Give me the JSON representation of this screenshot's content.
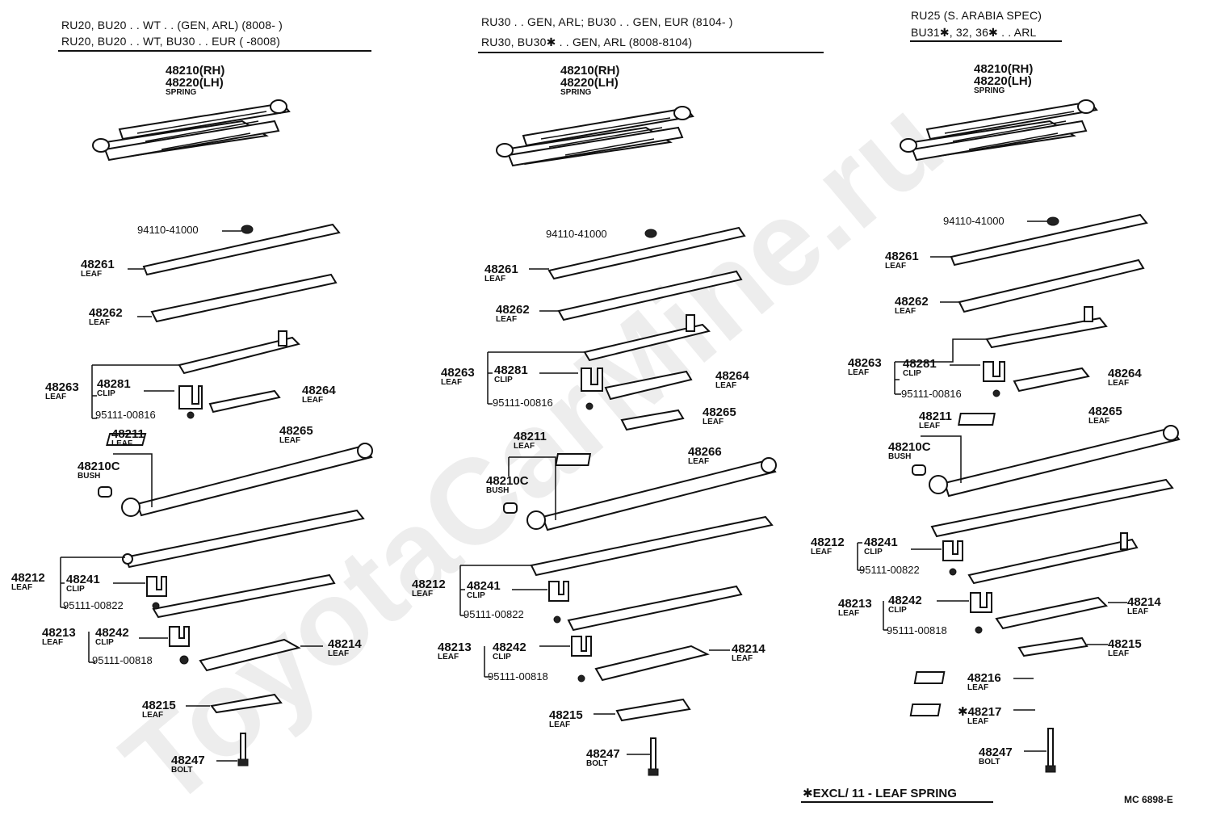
{
  "headers": {
    "col1_line1": "RU20, BU20 . . WT . . (GEN, ARL) (8008-          )",
    "col1_line2": "RU20, BU20 . . WT, BU30 . . EUR (          -8008)",
    "col2_line1": "RU30 . . GEN, ARL; BU30 . . GEN, EUR (8104-          )",
    "col2_line2": "RU30, BU30✱ . . GEN, ARL (8008-8104)",
    "col3_line1": "RU25 (S. ARABIA SPEC)",
    "col3_line2": "BU31✱, 32, 36✱ . . ARL"
  },
  "parts": {
    "p48210_rh": "48210(RH)",
    "p48220_lh": "48220(LH)",
    "spring": "SPRING",
    "nut": "94110-41000",
    "p48261": "48261",
    "p48262": "48262",
    "p48263": "48263",
    "p48264": "48264",
    "p48265": "48265",
    "p48266": "48266",
    "p48281": "48281",
    "p48211": "48211",
    "p48210c": "48210C",
    "p48212": "48212",
    "p48213": "48213",
    "p48214": "48214",
    "p48215": "48215",
    "p48216": "48216",
    "p48217": "✱48217",
    "p48241": "48241",
    "p48242": "48242",
    "p48247": "48247",
    "bolt_816": "95111-00816",
    "bolt_822": "95111-00822",
    "bolt_818": "95111-00818"
  },
  "words": {
    "leaf": "LEAF",
    "clip": "CLIP",
    "bush": "BUSH",
    "bolt": "BOLT"
  },
  "footer": {
    "note": "✱EXCL/ 11 - LEAF SPRING",
    "code": "MC 6898-E"
  },
  "watermark": "ToyotaCarMine.ru"
}
